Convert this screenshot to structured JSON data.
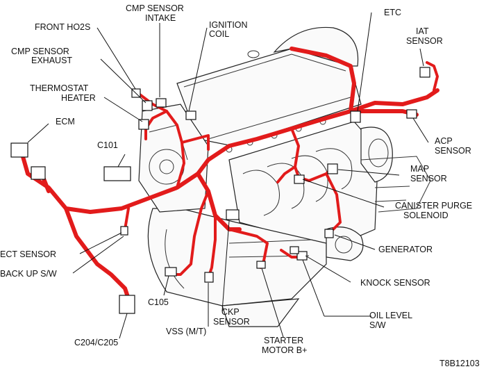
{
  "labels": {
    "cmp_intake_1": "CMP SENSOR",
    "cmp_intake_2": "INTAKE",
    "ignition_1": "IGNITION",
    "ignition_2": "COIL",
    "etc": "ETC",
    "front_ho2s": "FRONT HO2S",
    "iat_1": "IAT",
    "iat_2": "SENSOR",
    "cmp_exhaust_1": "CMP SENSOR",
    "cmp_exhaust_2": "EXHAUST",
    "thermostat_1": "THERMOSTAT",
    "thermostat_2": "HEATER",
    "ecm": "ECM",
    "acp_1": "ACP",
    "acp_2": "SENSOR",
    "c101": "C101",
    "map_1": "MAP",
    "map_2": "SENSOR",
    "canister_1": "CANISTER PURGE",
    "canister_2": "SOLENOID",
    "ect": "ECT SENSOR",
    "generator": "GENERATOR",
    "backup": "BACK UP S/W",
    "knock": "KNOCK SENSOR",
    "c105": "C105",
    "ckp_1": "CKP",
    "ckp_2": "SENSOR",
    "oil_1": "OIL LEVEL",
    "oil_2": "S/W",
    "vss": "VSS (M/T)",
    "c204": "C204/C205",
    "starter_1": "STARTER",
    "starter_2": "MOTOR B+",
    "figure_code": "T8B12103"
  },
  "colors": {
    "harness": "#e21b1b",
    "outline": "#111111"
  }
}
